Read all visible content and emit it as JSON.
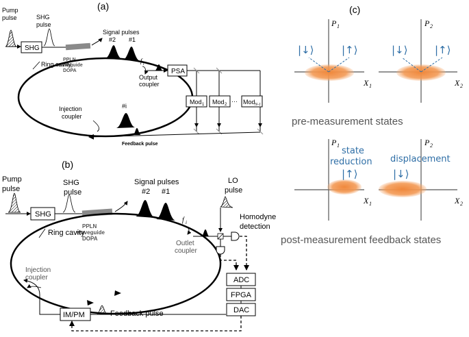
{
  "panel_a": {
    "label": "(a)",
    "pump_pulse": [
      "Pump",
      "pulse"
    ],
    "shg_pulse": [
      "SHG",
      "pulse"
    ],
    "shg_box": "SHG",
    "signal_pulses": "Signal pulses",
    "sig2": "#2",
    "sig1": "#1",
    "ppln": [
      "PPLN",
      "waveguide",
      "DOPA"
    ],
    "ring_cavity": "Ring cavity",
    "output_coupler": [
      "Output",
      "coupler"
    ],
    "psa": "PSA",
    "fi": "f",
    "fi_sub": "i",
    "mod1": "Mod",
    "mod1_sub": "1",
    "mod2": "Mod",
    "mod2_sub": "2",
    "dots": "···",
    "modn": "Mod",
    "modn_sub": "N-1",
    "injection_coupler": [
      "Injection",
      "coupler"
    ],
    "sig_i": "#i",
    "feedback_pulse": "Feedback pulse"
  },
  "panel_b": {
    "label": "(b)",
    "pump_pulse": [
      "Pump",
      "pulse"
    ],
    "shg_pulse": [
      "SHG",
      "pulse"
    ],
    "shg_box": "SHG",
    "signal_pulses": "Signal pulses",
    "sig2": "#2",
    "sig1": "#1",
    "lo_pulse": [
      "LO",
      "pulse"
    ],
    "ppln": [
      "PPLN",
      "waveguide",
      "DOPA"
    ],
    "ring_cavity": "Ring cavity",
    "outlet_coupler": [
      "Outlet",
      "coupler"
    ],
    "fi": "f",
    "fi_sub": "i",
    "homodyne": [
      "Homodyne",
      "detection"
    ],
    "injection_coupler": [
      "Injection",
      "coupler"
    ],
    "adc": "ADC",
    "fpga": "FPGA",
    "dac": "DAC",
    "feedback_pulse": "Feedback pulse",
    "impm": "IM/PM"
  },
  "panel_c": {
    "label": "(c)",
    "p1": "P",
    "p1_sub": "1",
    "p2": "P",
    "p2_sub": "2",
    "x1": "X",
    "x1_sub": "1",
    "x2": "X",
    "x2_sub": "2",
    "ket_down": "|↓⟩",
    "ket_up": "|↑⟩",
    "pre_title": "pre-measurement states",
    "state_reduction": [
      "state",
      "reduction"
    ],
    "displacement": "displacement",
    "post_title": "post-measurement feedback states"
  },
  "colors": {
    "ellipse": "#f0883c",
    "blue_text": "#2e6ea6",
    "waveguide": "#8a8a8a"
  }
}
